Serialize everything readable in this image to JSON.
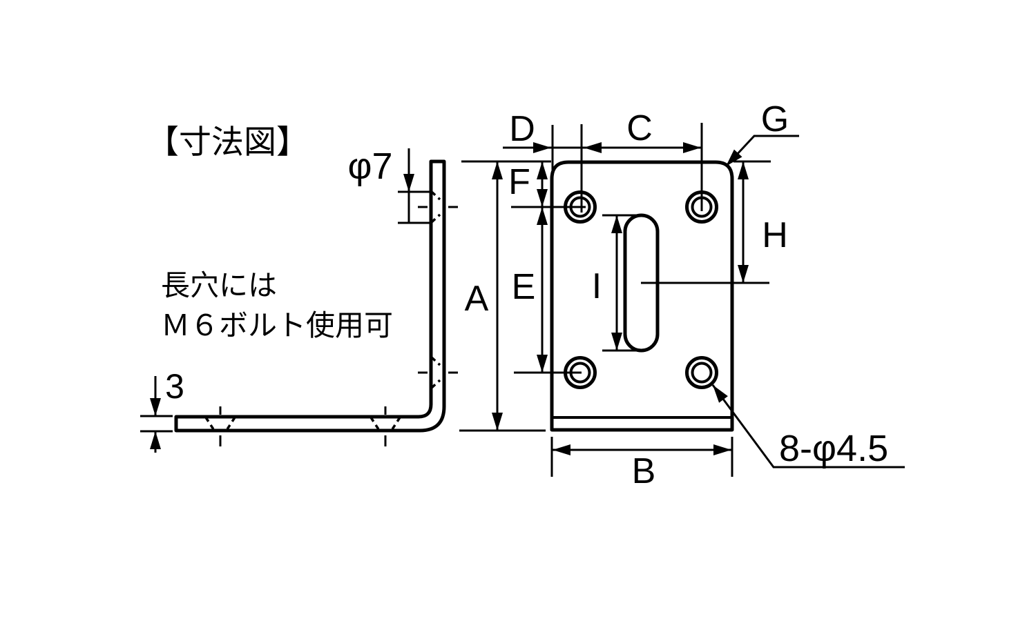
{
  "title": "【寸法図】",
  "note": {
    "line1": "長穴には",
    "line2": "Ｍ６ボルト使用可"
  },
  "side_view": {
    "hole_dia_label": "φ7",
    "thickness_label": "3"
  },
  "front_view": {
    "dims": {
      "a": "A",
      "b": "B",
      "c": "C",
      "d": "D",
      "e": "E",
      "f": "F",
      "g": "G",
      "h": "H",
      "i": "I"
    },
    "holes_note": "8-φ4.5"
  },
  "colors": {
    "line": "#000000",
    "background": "#ffffff"
  }
}
